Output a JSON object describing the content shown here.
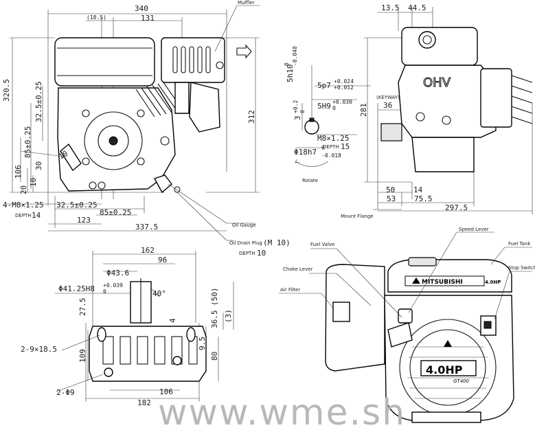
{
  "callouts": {
    "muffler": "Muffler",
    "oil_gauge": "Oil Gauge",
    "oil_drain_plug": "Oil Drain Plug",
    "oil_drain_thread": "(M 10)",
    "oil_drain_depth_label": "DEPTH",
    "oil_drain_depth": "10",
    "keyway": "(KEYWAY)",
    "mount_flange": "Mount Flange",
    "rotate": "Rotate",
    "speed_lever": "Speed Lever",
    "fuel_valve": "Fuel Valve",
    "fuel_tank": "Fuel Tank",
    "choke_lever": "Choke Lever",
    "stop_switch": "Stop Switch",
    "air_filter": "Air Filter"
  },
  "front_view": {
    "d_340": "340",
    "d_18_5": "(18.5)",
    "d_131": "131",
    "d_320_5": "320.5",
    "d_32_5_pm": "32.5±0.25",
    "d_85_pm_v": "85±0.25",
    "d_106": "106",
    "d_30": "30",
    "d_10a": "10",
    "d_20": "20",
    "d_10b": "10",
    "d_312": "312",
    "d_bolt": "4-M8×1.25",
    "d_bolt_depth_label": "DEPTH",
    "d_bolt_depth": "14",
    "d_32_5_h": "32.5±0.25",
    "d_85_h": "85±0.25",
    "d_123": "123",
    "d_337_5": "337.5"
  },
  "shaft_detail": {
    "d_5h10": "5h10",
    "d_5h10_tol_up": "0",
    "d_5h10_tol_dn": "-0.048",
    "d_5p7": "5p7",
    "d_5p7_tol_up": "+0.024",
    "d_5p7_tol_dn": "+0.012",
    "d_5h9": "5H9",
    "d_5h9_tol_up": "+0.030",
    "d_5h9_tol_dn": "0",
    "d_3": "3",
    "d_3_tol_up": "+0.2",
    "d_3_tol_dn": "0",
    "d_m8": "M8×1.25",
    "d_depth_label": "DEPTH",
    "d_depth": "15",
    "d_18h7": "Φ18h7",
    "d_18h7_tol_up": "0",
    "d_18h7_tol_dn": "-0.018"
  },
  "side_view": {
    "d_13_5": "13.5",
    "d_44_5": "44.5",
    "d_36": "36",
    "d_281": "281",
    "d_50": "50",
    "d_14": "14",
    "d_53": "53",
    "d_75_5": "75.5",
    "d_297_5": "297.5",
    "ohv_text": "OHV"
  },
  "bottom_view": {
    "d_162": "162",
    "d_96": "96",
    "d_43_6": "Φ43.6",
    "d_41_25": "Φ41.25H8",
    "d_41_25_tol_up": "+0.039",
    "d_41_25_tol_dn": "0",
    "d_40deg": "40°",
    "d_27_5": "27.5",
    "d_50p": "(50)",
    "d_36_5": "36.5",
    "d_3p": "(3)",
    "d_4": "4",
    "d_9_5": "9.5",
    "d_80": "80",
    "d_109": "109",
    "d_2_9x18_5": "2-9×18.5",
    "d_2_phi9": "2-Φ9",
    "d_106": "106",
    "d_182": "182"
  },
  "perspective_view": {
    "brand": "MITSUBISHI",
    "hp_tank": "4.0HP",
    "hp_cover": "4.0HP",
    "model": "GT400"
  },
  "watermark": "www.wme.sh"
}
